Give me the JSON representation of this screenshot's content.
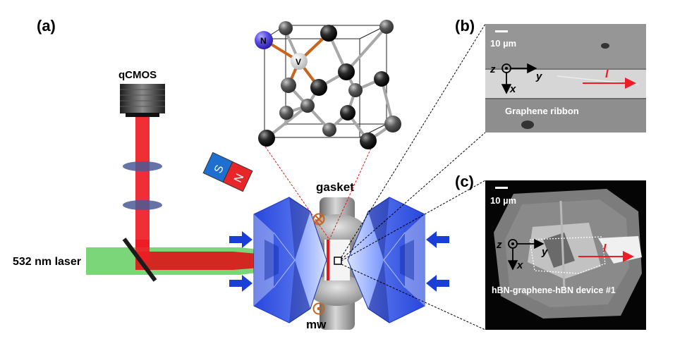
{
  "panels": {
    "a": "(a)",
    "b": "(b)",
    "c": "(c)"
  },
  "labels": {
    "camera": "qCMOS",
    "laser": "532 nm laser",
    "gasket": "gasket",
    "mw": "mw",
    "magnet_s": "S",
    "magnet_n": "N"
  },
  "lattice": {
    "nitrogen": "N",
    "vacancy": "V"
  },
  "panel_b": {
    "scale": "10 µm",
    "axis_z": "z",
    "axis_y": "y",
    "axis_x": "x",
    "current": "I",
    "caption": "Graphene ribbon"
  },
  "panel_c": {
    "scale": "10 µm",
    "axis_z": "z",
    "axis_y": "y",
    "axis_x": "x",
    "current": "I",
    "caption": "hBN-graphene-hBN device #1"
  },
  "colors": {
    "laser_green": "#7bd67a",
    "laser_red": "#ee1c24",
    "diamond_blue": "#1a3fd8",
    "copper": "#c8641e",
    "magnet_blue": "#1f6fd0",
    "magnet_red": "#e8262a"
  }
}
